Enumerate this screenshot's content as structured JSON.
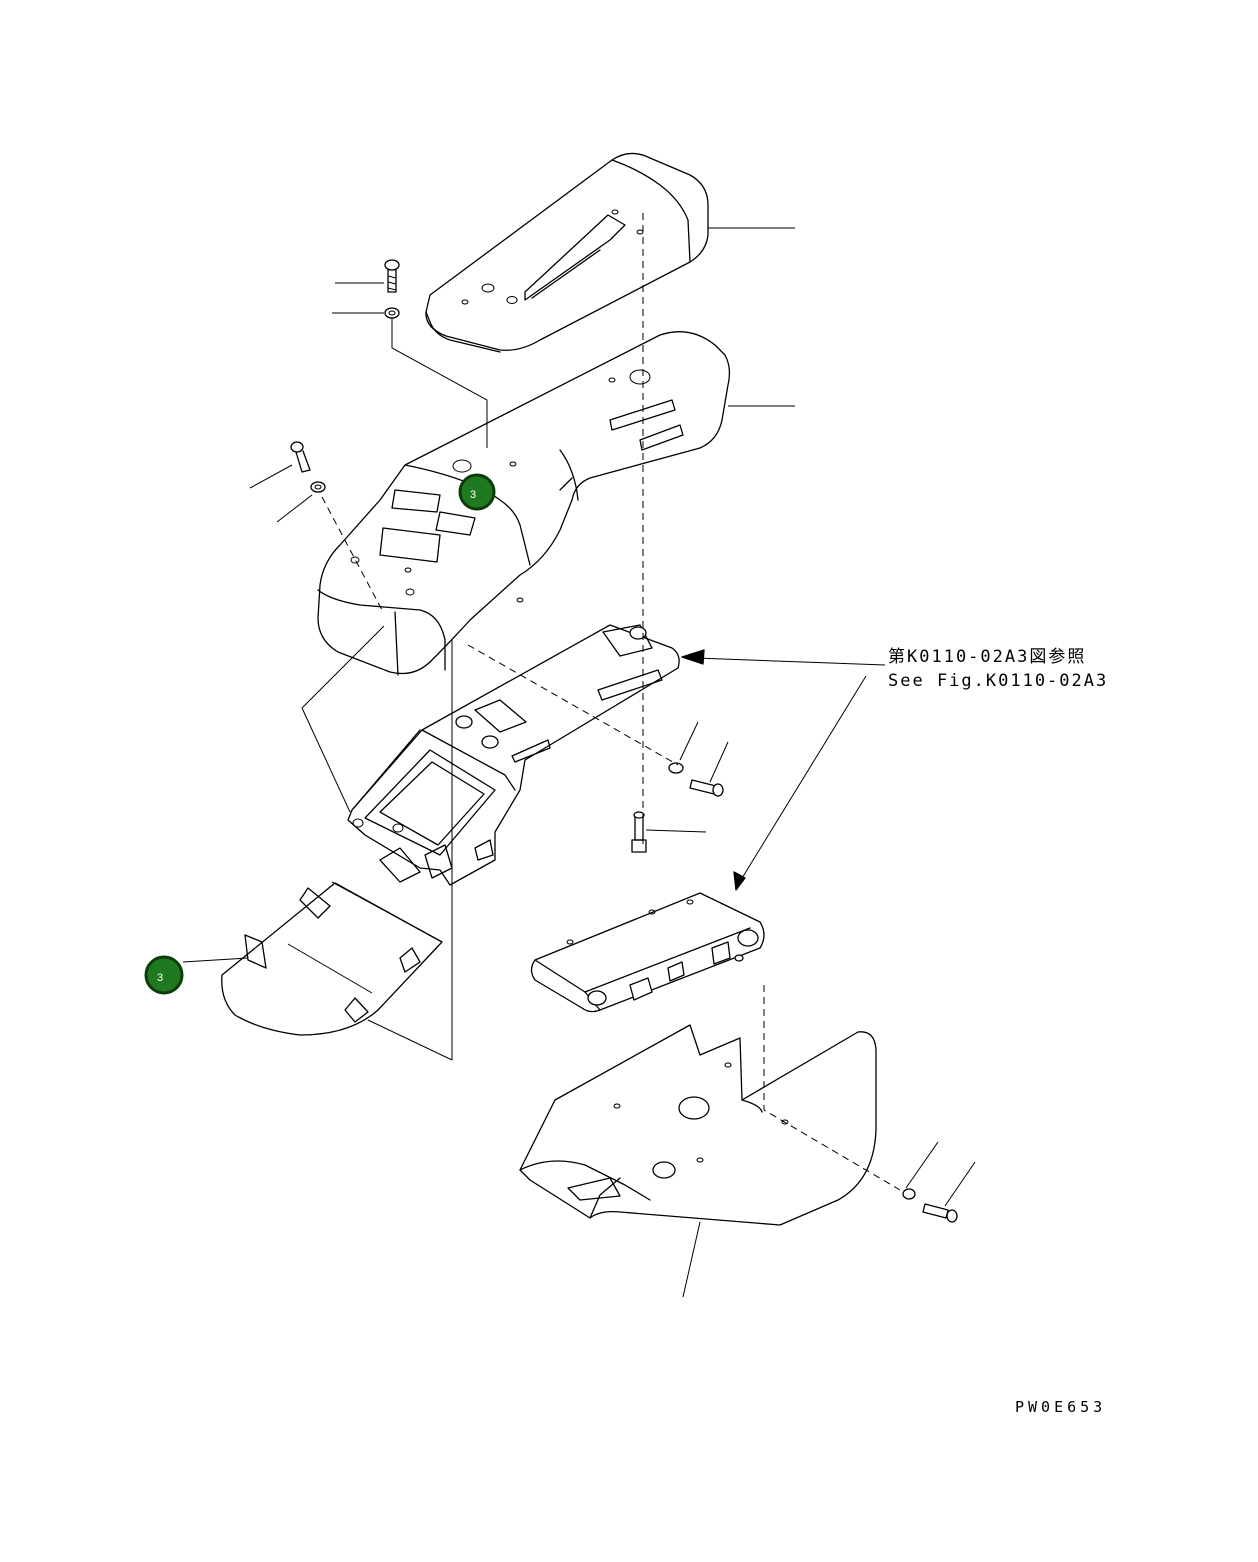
{
  "diagram": {
    "drawing_code": "PW0E653",
    "reference_note": {
      "line1": "第K0110-02A3図参照",
      "line2": "See Fig.K0110-02A3"
    },
    "badges": [
      {
        "label": "3"
      },
      {
        "label": "3"
      }
    ],
    "colors": {
      "badge_fill": "#1f7a1f",
      "badge_ring": "#0b3d0b",
      "line": "#000000"
    }
  }
}
